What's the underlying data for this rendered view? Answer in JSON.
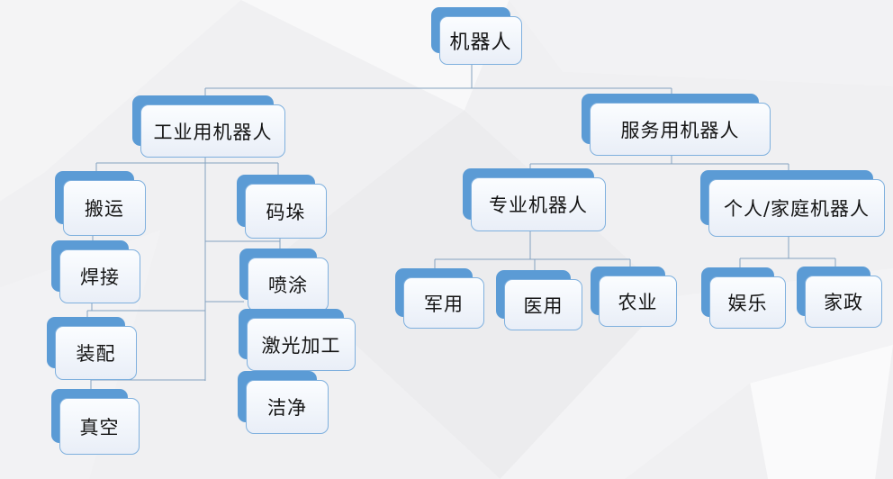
{
  "diagram_type": "org-chart",
  "colors": {
    "accent": "#5b9bd5",
    "node_border": "#7fb0de",
    "node_fill_top": "#fbfdff",
    "node_fill_bottom": "#e9eef7",
    "connector": "#84a2c0",
    "background": "#f0f0f2",
    "text": "#141414"
  },
  "hierarchy": {
    "root": {
      "label": "机器人",
      "children": [
        {
          "label": "工业用机器人",
          "left_column": [
            "搬运",
            "焊接",
            "装配",
            "真空"
          ],
          "right_column": [
            "码垛",
            "喷涂",
            "激光加工",
            "洁净"
          ]
        },
        {
          "label": "服务用机器人",
          "children": [
            {
              "label": "专业机器人",
              "children": [
                "军用",
                "医用",
                "农业"
              ]
            },
            {
              "label": "个人/家庭机器人",
              "children": [
                "娱乐",
                "家政"
              ]
            }
          ]
        }
      ]
    }
  }
}
